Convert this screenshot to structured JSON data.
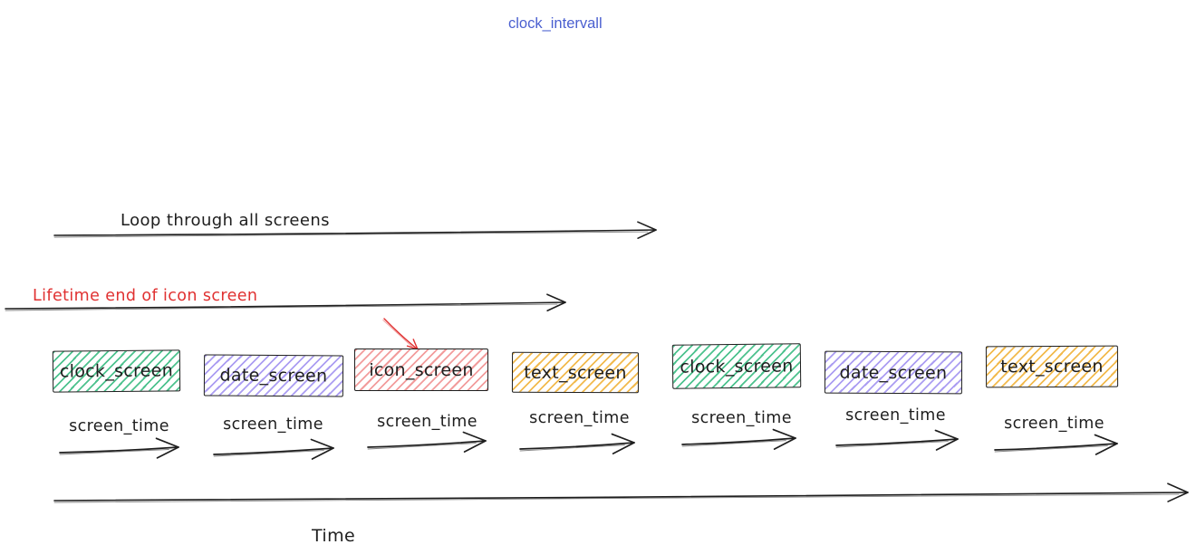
{
  "title": {
    "text": "clock_intervall",
    "color": "#4a5fd0"
  },
  "colors": {
    "ink": "#1e1e1e",
    "accent_red": "#e03131",
    "green_fill": "#4dc28e",
    "purple_fill": "#ab9df2",
    "pink_fill": "#f29c9c",
    "yellow_fill": "#f2ba4d"
  },
  "loop_arrow": {
    "label": "Loop through all screens"
  },
  "lifetime_arrow": {
    "label": "Lifetime end of icon screen",
    "color": "#e03131"
  },
  "screens": [
    {
      "label": "clock_screen",
      "fill": "#4dc28e"
    },
    {
      "label": "date_screen",
      "fill": "#ab9df2"
    },
    {
      "label": "icon_screen",
      "fill": "#f29c9c",
      "annotated_by": "lifetime_arrow"
    },
    {
      "label": "text_screen",
      "fill": "#f2ba4d"
    },
    {
      "label": "clock_screen",
      "fill": "#4dc28e"
    },
    {
      "label": "date_screen",
      "fill": "#ab9df2"
    },
    {
      "label": "text_screen",
      "fill": "#f2ba4d"
    }
  ],
  "interval": {
    "label": "screen_time",
    "count": 7
  },
  "time_axis": {
    "label": "Time"
  }
}
